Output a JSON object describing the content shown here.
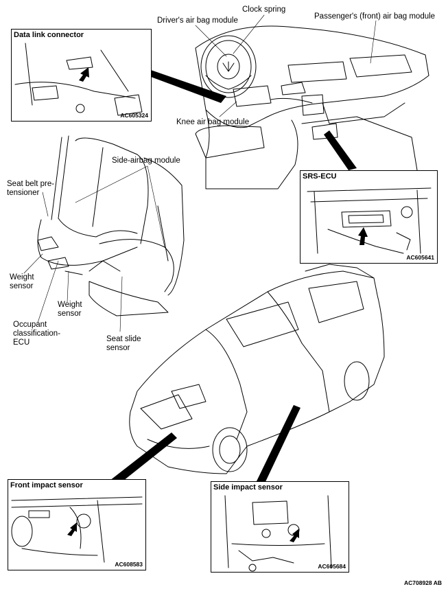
{
  "labels": {
    "clock_spring": "Clock spring",
    "drivers_air_bag": "Driver's air bag module",
    "passengers_air_bag": "Passenger's (front) air bag module",
    "knee_air_bag": "Knee air bag module",
    "side_airbag": "Side-airbag module",
    "seat_belt_pretensioner": "Seat belt pre-tensioner",
    "weight_sensor_1": "Weight sensor",
    "weight_sensor_2": "Weight sensor",
    "occupant_ecu": "Occupant classification-ECU",
    "seat_slide_sensor": "Seat slide sensor"
  },
  "insets": {
    "data_link": {
      "title": "Data link connector",
      "code": "AC605324"
    },
    "srs_ecu": {
      "title": "SRS-ECU",
      "code": "AC605641"
    },
    "front_impact": {
      "title": "Front impact sensor",
      "code": "AC608583"
    },
    "side_impact": {
      "title": "Side impact sensor",
      "code": "AC605684"
    }
  },
  "figure_code": "AC708928",
  "figure_suffix": "AB"
}
